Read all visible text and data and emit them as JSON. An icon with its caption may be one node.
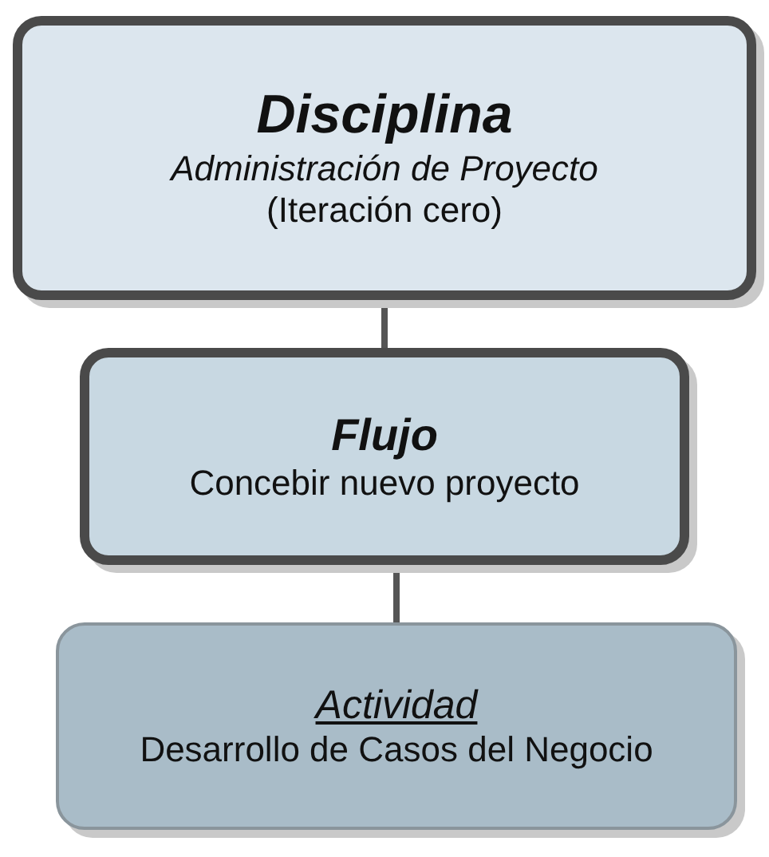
{
  "diagram": {
    "nodes": [
      {
        "text": [
          "Disciplina",
          "Administración de Proyecto",
          "(Iteración cero)"
        ]
      },
      {
        "text": [
          "Flujo",
          "Concebir nuevo proyecto"
        ]
      },
      {
        "text": [
          "Actividad",
          "Desarrollo de Casos del Negocio"
        ]
      }
    ],
    "edges": [
      {
        "from": 0,
        "to": 1,
        "arrow": "none"
      },
      {
        "from": 1,
        "to": 2,
        "arrow": "none"
      }
    ]
  }
}
